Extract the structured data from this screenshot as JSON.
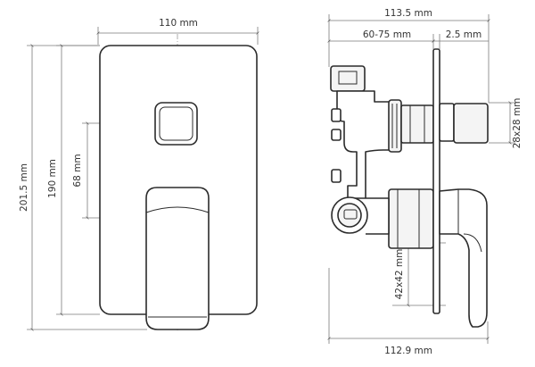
{
  "front_view": {
    "width_label": "110 mm",
    "total_height_label": "201.5 mm",
    "plate_height_label": "190 mm",
    "button_offset_label": "68 mm"
  },
  "side_view": {
    "overall_depth_label": "113.5 mm",
    "body_depth_label": "60-75 mm",
    "plate_thickness_label": "2.5 mm",
    "button_size_label": "28x28 mm",
    "handle_size_label": "42x42 mm",
    "bottom_depth_label": "112.9 mm"
  }
}
